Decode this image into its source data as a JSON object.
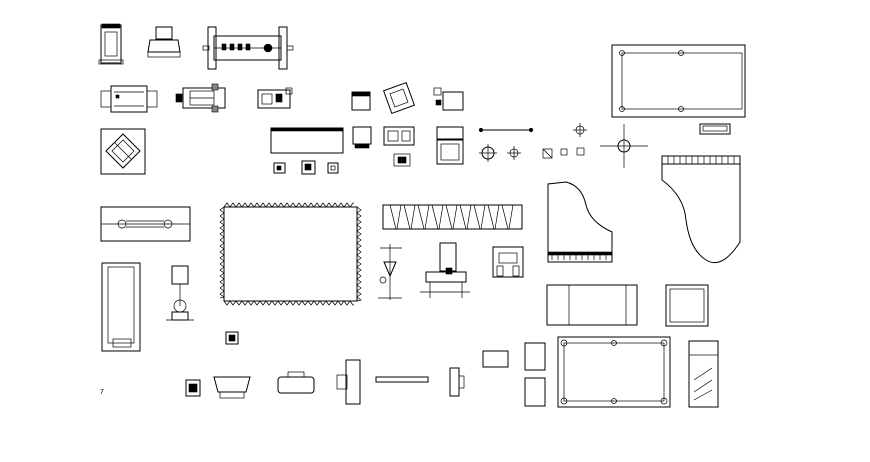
{
  "sheet": {
    "background": "#ffffff",
    "line_color": "#000000",
    "corner_mark": "7"
  },
  "symbols": [
    "jukebox",
    "arcade-cabinet",
    "foosball-table",
    "billiard-table-outline",
    "arcade-game-console",
    "fitness-machine",
    "game-cabinet",
    "slot-machine-block",
    "exercise-bike",
    "rug-fringed",
    "fringed-runner",
    "grand-piano",
    "treadmill",
    "weight-bench",
    "pool-table",
    "pillow",
    "dartboard",
    "spotlight"
  ]
}
